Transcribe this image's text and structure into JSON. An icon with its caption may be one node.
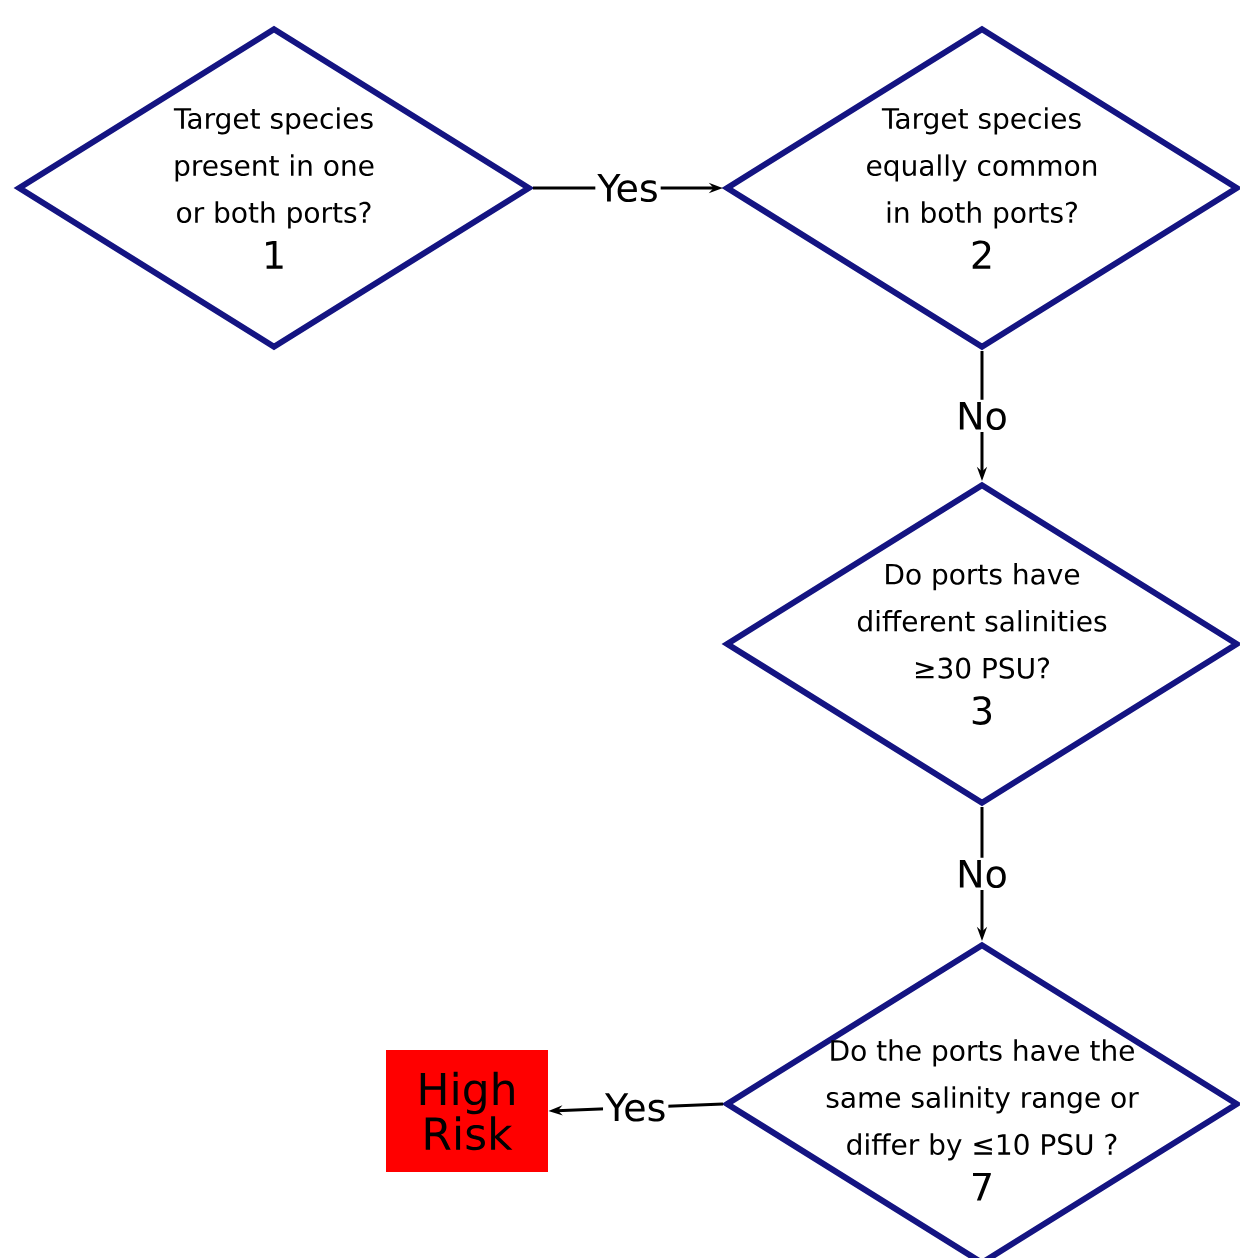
{
  "diagram": {
    "nodes": [
      {
        "text": [
          "Target species present in one or both ports?",
          "1"
        ]
      },
      {
        "text": [
          "Target species equally common in both ports?",
          "2"
        ]
      },
      {
        "text": [
          "Do ports have different salinities ≥30 PSU?",
          "3"
        ]
      },
      {
        "text": [
          "Do the ports have the same salinity range or differ by ≤10 PSU ?",
          "7"
        ]
      },
      {
        "text": [
          "High Risk"
        ]
      }
    ],
    "edges": [
      {
        "from": 0,
        "to": 1,
        "arrow": "to",
        "label": "Yes"
      },
      {
        "from": 1,
        "to": 2,
        "arrow": "to",
        "label": "No"
      },
      {
        "from": 2,
        "to": 3,
        "arrow": "to",
        "label": "No"
      },
      {
        "from": 3,
        "to": 4,
        "arrow": "to",
        "label": "Yes"
      }
    ]
  }
}
